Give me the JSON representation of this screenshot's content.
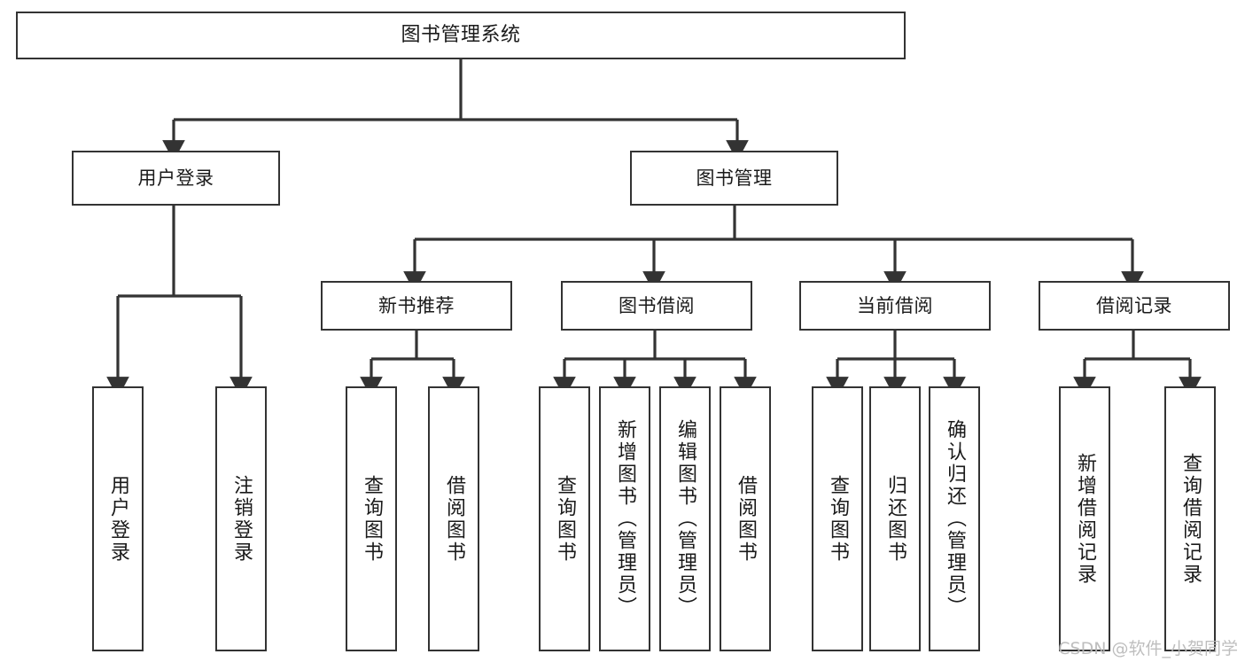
{
  "diagram": {
    "type": "tree-hierarchy-chart",
    "title": "图书管理系统",
    "colors": {
      "line": "#333333",
      "box_fill": "#ffffff",
      "text": "#1a1a1a",
      "watermark": "#b9b9b9"
    },
    "root": {
      "label": "图书管理系统"
    },
    "level2": [
      {
        "label": "用户登录"
      },
      {
        "label": "图书管理"
      }
    ],
    "level3": [
      {
        "label": "新书推荐"
      },
      {
        "label": "图书借阅"
      },
      {
        "label": "当前借阅"
      },
      {
        "label": "借阅记录"
      }
    ],
    "leaves": {
      "user_login": [
        {
          "label": "用户登录"
        },
        {
          "label": "注销登录"
        }
      ],
      "new_book": [
        {
          "label": "查询图书"
        },
        {
          "label": "借阅图书"
        }
      ],
      "book_borrow": [
        {
          "label": "查询图书"
        },
        {
          "label": "新增图书（管理员）"
        },
        {
          "label": "编辑图书（管理员）"
        },
        {
          "label": "借阅图书"
        }
      ],
      "current_borrow": [
        {
          "label": "查询图书"
        },
        {
          "label": "归还图书"
        },
        {
          "label": "确认归还（管理员）"
        }
      ],
      "borrow_record": [
        {
          "label": "新增借阅记录"
        },
        {
          "label": "查询借阅记录"
        }
      ]
    }
  },
  "watermark": {
    "text": "CSDN @软件_小贺同学"
  }
}
